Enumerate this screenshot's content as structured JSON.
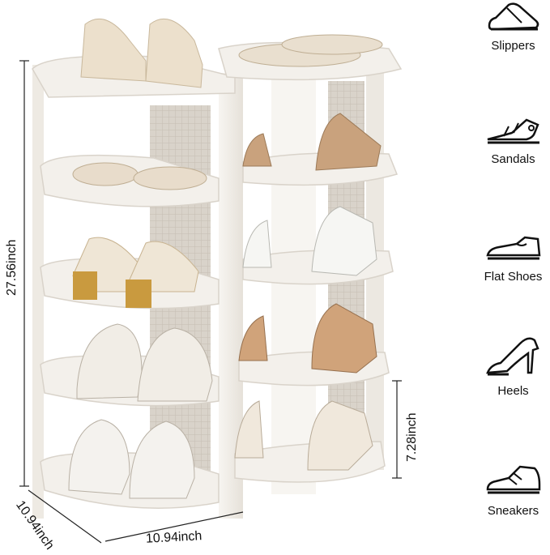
{
  "dimensions": {
    "height": "27.56inch",
    "shelf_gap": "7.28inch",
    "depth": "10.94inch",
    "width": "10.94inch"
  },
  "legend": [
    {
      "label": "Slippers",
      "icon": "slipper-icon"
    },
    {
      "label": "Sandals",
      "icon": "sandal-icon"
    },
    {
      "label": "Flat Shoes",
      "icon": "flat-shoe-icon"
    },
    {
      "label": "Heels",
      "icon": "heel-icon"
    },
    {
      "label": "Sneakers",
      "icon": "sneaker-icon"
    }
  ],
  "colors": {
    "rack": "#f4f1ec",
    "rack_shadow": "#ddd8d0",
    "text": "#111111"
  }
}
